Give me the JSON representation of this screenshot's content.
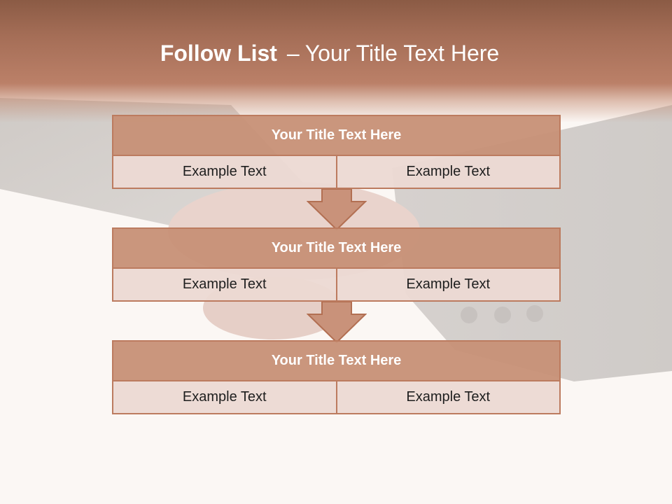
{
  "slide": {
    "title_bold": "Follow List",
    "title_separator": "–",
    "title_rest": "Your Title Text Here"
  },
  "steps": [
    {
      "title": "Your Title Text Here",
      "left": "Example Text",
      "right": "Example Text"
    },
    {
      "title": "Your Title Text Here",
      "left": "Example Text",
      "right": "Example Text"
    },
    {
      "title": "Your Title Text Here",
      "left": "Example Text",
      "right": "Example Text"
    }
  ],
  "colors": {
    "header": "#a56e57",
    "box_header": "#c79076",
    "box_cell": "#ecd9d3",
    "border": "#bc7b5f",
    "background": "#fbf7f4"
  }
}
